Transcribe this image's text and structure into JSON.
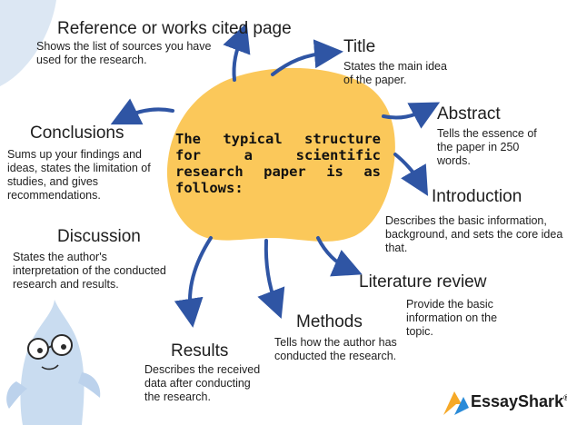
{
  "center": {
    "text": "The typical structure for a scientific research paper is as follows:"
  },
  "sections": {
    "reference": {
      "title": "Reference or works cited page",
      "desc": "Shows the list of sources you have used for the research."
    },
    "title": {
      "title": "Title",
      "desc": "States the main idea of the paper."
    },
    "abstract": {
      "title": "Abstract",
      "desc": "Tells the essence of the paper in 250 words."
    },
    "introduction": {
      "title": "Introduction",
      "desc": "Describes the basic information, background, and sets the core idea that."
    },
    "literature": {
      "title": "Literature review",
      "desc": "Provide the basic information on the topic."
    },
    "methods": {
      "title": "Methods",
      "desc": "Tells how the author has conducted the research."
    },
    "results": {
      "title": "Results",
      "desc": "Describes the received data after conducting the research."
    },
    "discussion": {
      "title": "Discussion",
      "desc": "States the author's interpretation of the conducted research and results."
    },
    "conclusions": {
      "title": "Conclusions",
      "desc": "Sums up your findings and ideas, states the limitation of studies, and gives recommendations."
    }
  },
  "brand": {
    "name": "EssayShark",
    "mark": "®"
  },
  "colors": {
    "blob": "#FBC85A",
    "arrow": "#2F55A4",
    "corner": "#DCE7F3",
    "mascot": "#C9DCF0"
  },
  "icons": [
    "arrow-icon",
    "mascot-icon",
    "essayshark-logo-icon"
  ]
}
